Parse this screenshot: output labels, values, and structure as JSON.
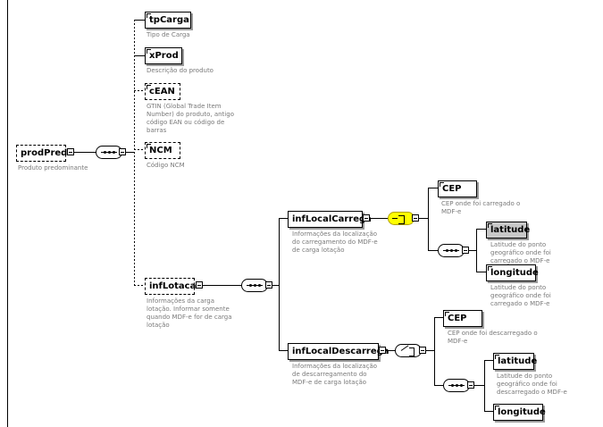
{
  "nodes": {
    "prodPred": {
      "name": "prodPred",
      "desc": "Produto predominante"
    },
    "tpCarga": {
      "name": "tpCarga",
      "desc": "Tipo de Carga"
    },
    "xProd": {
      "name": "xProd",
      "desc": "Descrição do produto"
    },
    "cEAN": {
      "name": "cEAN",
      "desc": "GTIN (Global Trade Item Number) do produto, antigo código EAN ou código de barras"
    },
    "NCM": {
      "name": "NCM",
      "desc": "Código NCM"
    },
    "infLotacao": {
      "name": "infLotacao",
      "desc": "Informações da carga lotação. Informar somente quando MDF-e for de carga lotação"
    },
    "infLocalCarrega": {
      "name": "infLocalCarrega",
      "desc": "Informações da localização do carregamento do MDF-e de carga lotação"
    },
    "cep_carrega": {
      "name": "CEP",
      "desc": "CEP onde foi carregado o MDF-e"
    },
    "latitude_carrega": {
      "name": "latitude",
      "desc": "Latitude do ponto geográfico onde foi carregado o MDF-e"
    },
    "longitude_carrega": {
      "name": "longitude",
      "desc": "Latitude do ponto geográfico onde foi carregado o MDF-e"
    },
    "infLocalDescarrega": {
      "name": "infLocalDescarrega",
      "desc": "Informações da localização de descarregamento do MDF-e de carga lotação"
    },
    "cep_descarrega": {
      "name": "CEP",
      "desc": "CEP onde foi descarregado o MDF-e"
    },
    "latitude_descarrega": {
      "name": "latitude",
      "desc": "Latitude do ponto geográfico onde foi descarregado o MDF-e"
    },
    "longitude_descarrega": {
      "name": "longitude",
      "desc": ""
    }
  },
  "colors": {
    "highlight": "#ffff00",
    "selected_node": "#c8c8c8",
    "description_text": "#7a7a7a"
  }
}
